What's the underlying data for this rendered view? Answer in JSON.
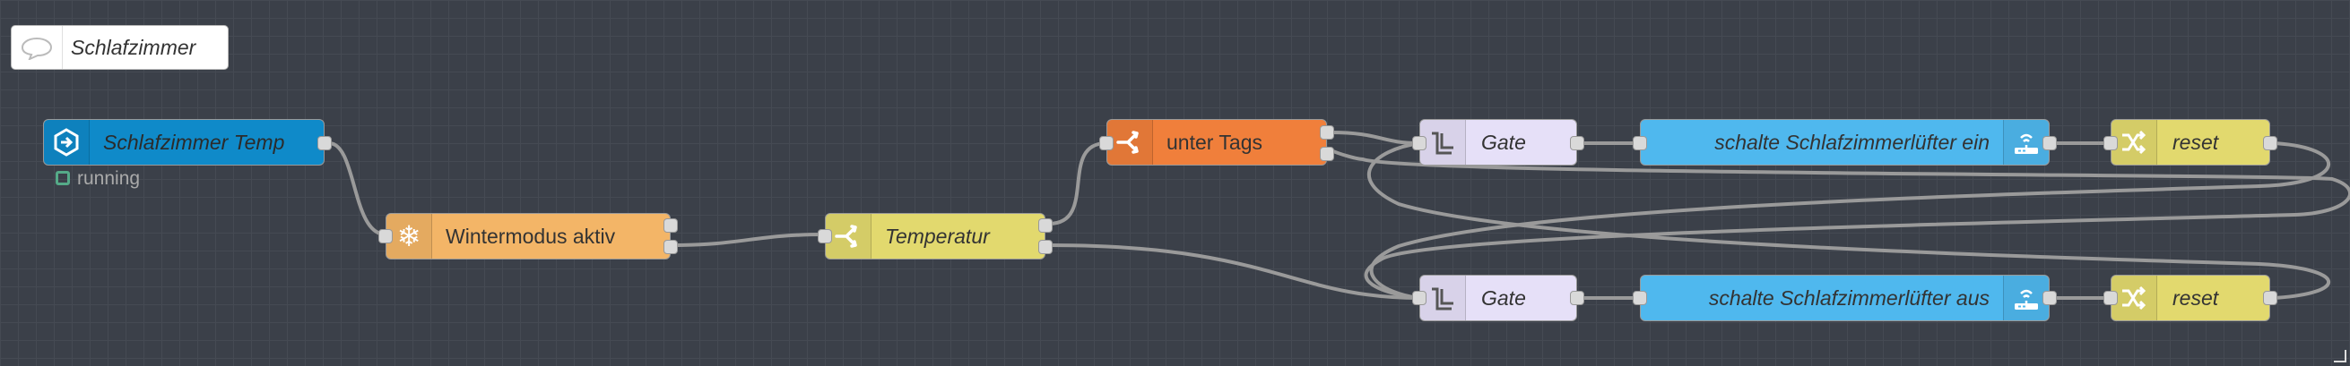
{
  "comment": {
    "text": "Schlafzimmer",
    "icon": "speech-bubble-icon"
  },
  "nodes": {
    "inject": {
      "label": "Schlafzimmer Temp",
      "color": "#0f8ac9",
      "icon": "arrow-circle-icon",
      "status": "running",
      "status_color": "#5aa88a"
    },
    "winter": {
      "label": "Wintermodus aktiv",
      "color": "#f3b567",
      "icon": "snowflake-icon"
    },
    "temperatur": {
      "label": "Temperatur",
      "color": "#e2d96e",
      "icon": "switch-icon"
    },
    "tags": {
      "label": "unter Tags",
      "color": "#f07f3b",
      "icon": "switch-icon"
    },
    "gate1": {
      "label": "Gate",
      "color": "#e6e0f8",
      "icon": "gate-icon"
    },
    "gate2": {
      "label": "Gate",
      "color": "#e6e0f8",
      "icon": "gate-icon"
    },
    "fan_on": {
      "label": "schalte Schlafzimmerlüfter ein",
      "color": "#4fb8ee",
      "icon": "router-icon"
    },
    "fan_off": {
      "label": "schalte Schlafzimmerlüfter aus",
      "color": "#4fb8ee",
      "icon": "router-icon"
    },
    "reset1": {
      "label": "reset",
      "color": "#e2d96e",
      "icon": "shuffle-icon"
    },
    "reset2": {
      "label": "reset",
      "color": "#e2d96e",
      "icon": "shuffle-icon"
    }
  },
  "colors": {
    "canvas": "#3b4049",
    "wire": "#9a9a9a"
  }
}
